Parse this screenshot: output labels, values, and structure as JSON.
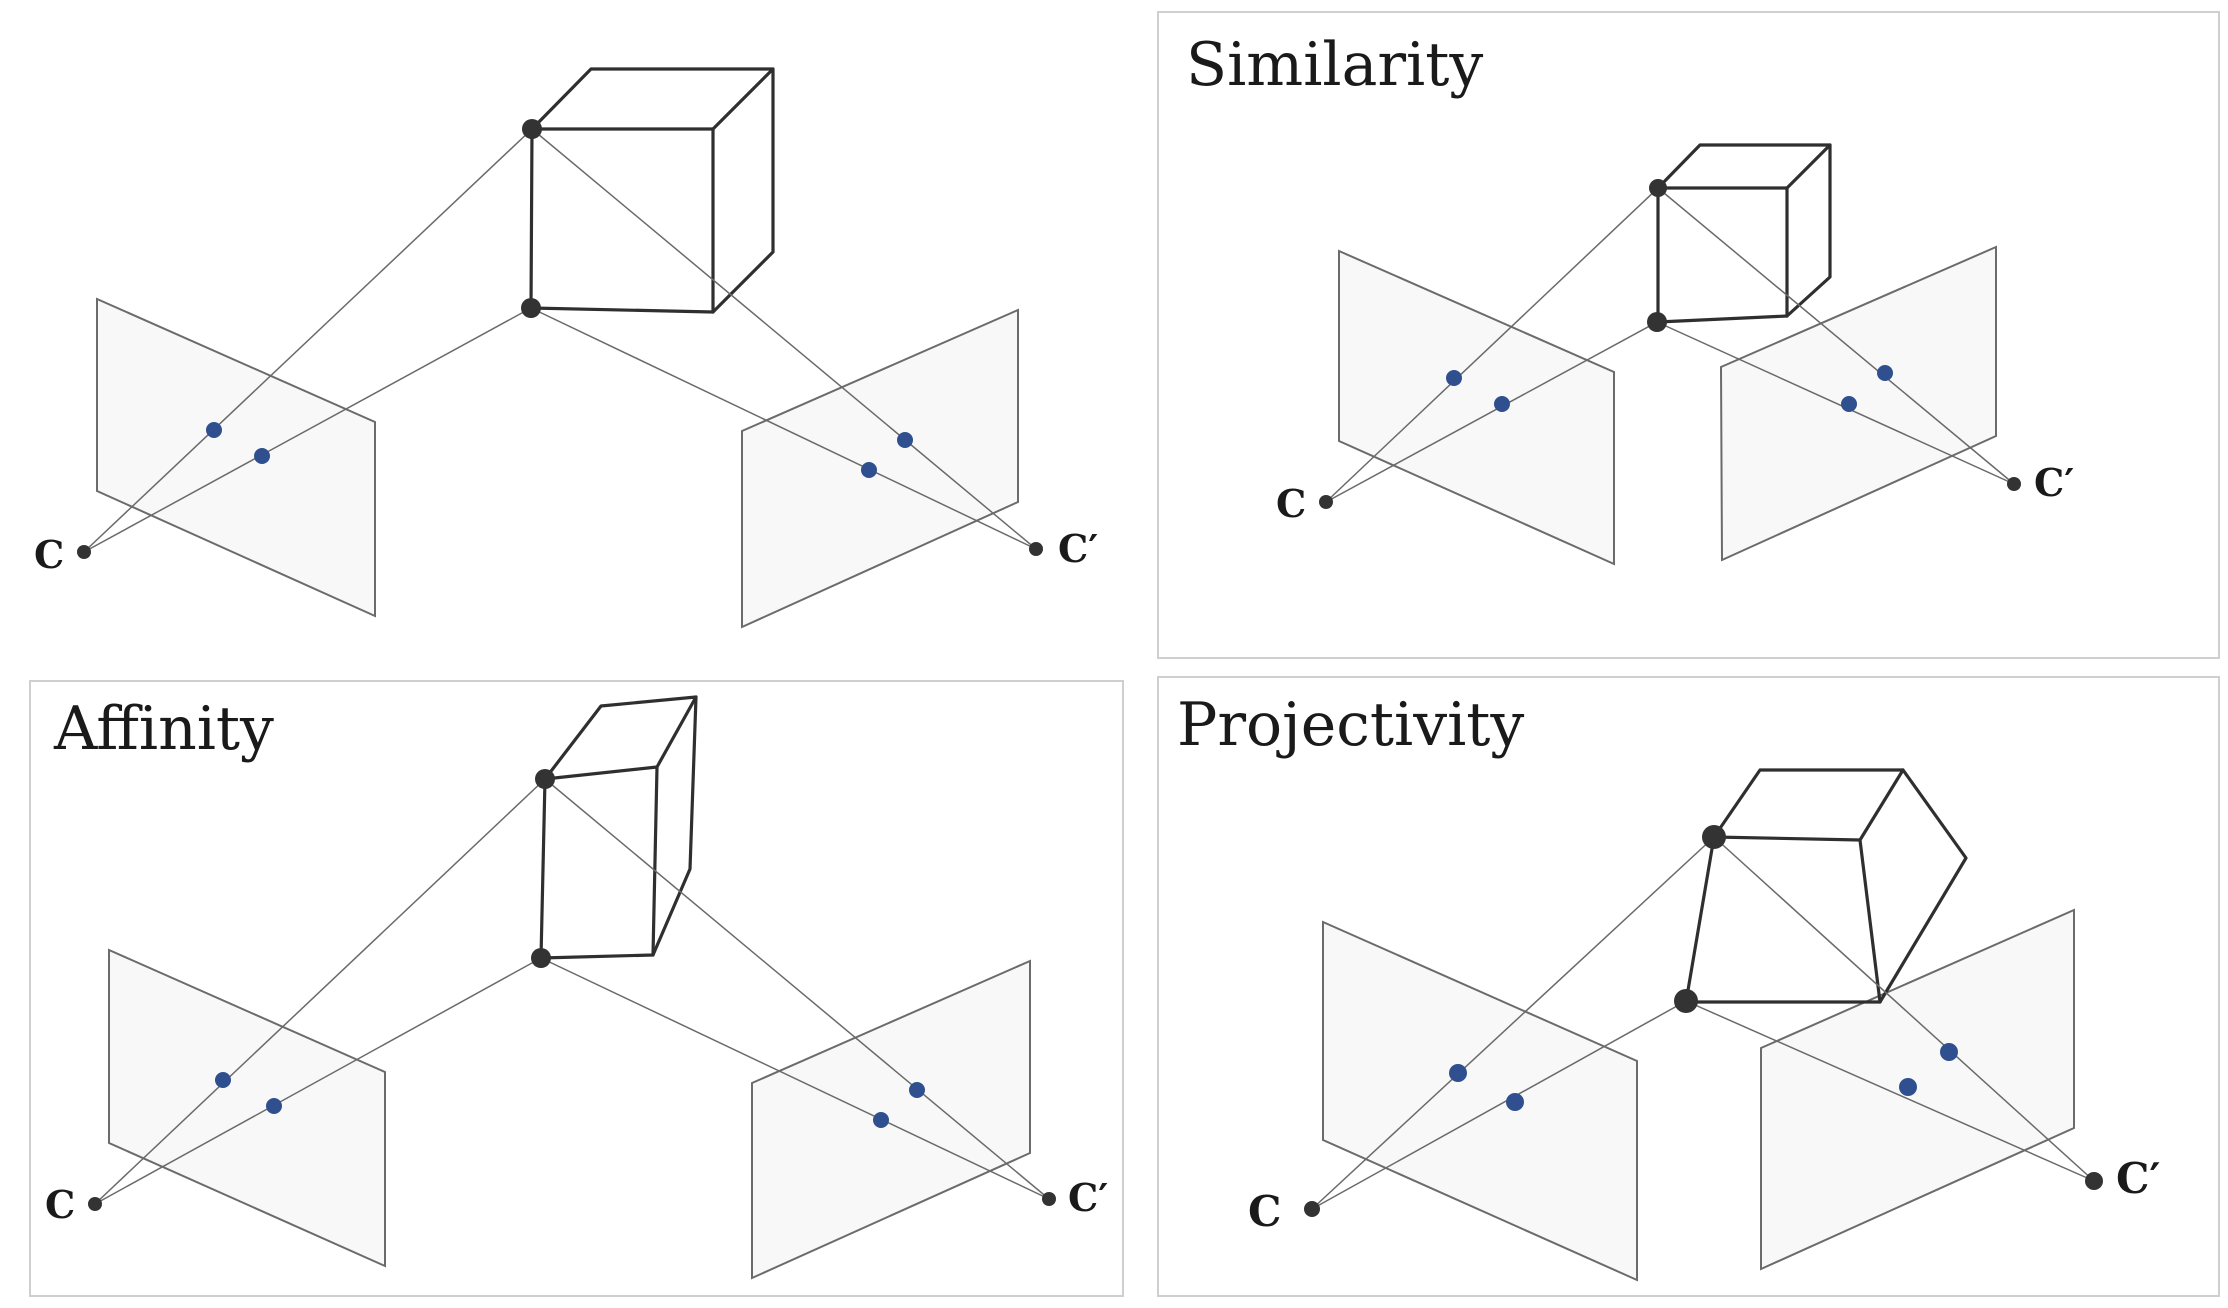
{
  "panels": [
    {
      "id": "original",
      "title": "",
      "framed": false,
      "camera_labels": [
        "C",
        "C′"
      ]
    },
    {
      "id": "similarity",
      "title": "Similarity",
      "framed": true,
      "camera_labels": [
        "C",
        "C′"
      ]
    },
    {
      "id": "affinity",
      "title": "Affinity",
      "framed": true,
      "camera_labels": [
        "C",
        "C′"
      ]
    },
    {
      "id": "projectivity",
      "title": "Projectivity",
      "framed": true,
      "camera_labels": [
        "C",
        "C′"
      ]
    }
  ],
  "colors": {
    "projected_point": "#2f4f8f",
    "image_plane_fill": "#f8f8f8",
    "edge": "#2f2f2f"
  }
}
